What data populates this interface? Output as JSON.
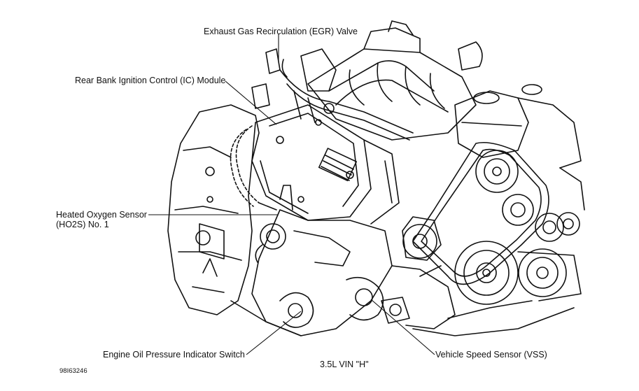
{
  "callouts": {
    "egr_valve": "Exhaust Gas Recirculation (EGR) Valve",
    "ic_module": "Rear Bank Ignition Control (IC) Module",
    "ho2s_line1": "Heated Oxygen Sensor",
    "ho2s_line2": "(HO2S) No. 1",
    "oil_pressure_switch": "Engine Oil Pressure Indicator Switch",
    "vss": "Vehicle Speed Sensor (VSS)"
  },
  "caption": "3.5L VIN \"H\"",
  "figure_code": "98I63246"
}
